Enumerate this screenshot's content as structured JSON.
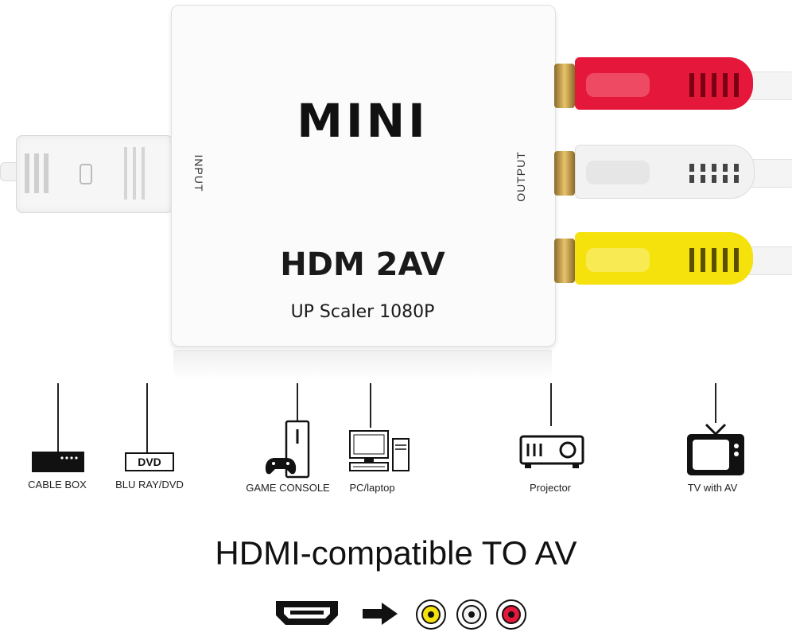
{
  "box": {
    "logo": "MINI",
    "title": "HDM 2AV",
    "subtitle": "UP Scaler 1080P",
    "input_label": "INPUT",
    "output_label": "OUTPUT"
  },
  "devices": {
    "cable_box": "CABLE BOX",
    "blu_ray": "BLU RAY/DVD",
    "dvd_badge": "DVD",
    "game_console": "GAME CONSOLE",
    "pc_laptop": "PC/laptop",
    "projector": "Projector",
    "tv": "TV with AV"
  },
  "heading": "HDMI-compatible TO AV",
  "colors": {
    "red": "#e5173a",
    "white": "#f2f2f2",
    "yellow": "#f5e10c"
  }
}
